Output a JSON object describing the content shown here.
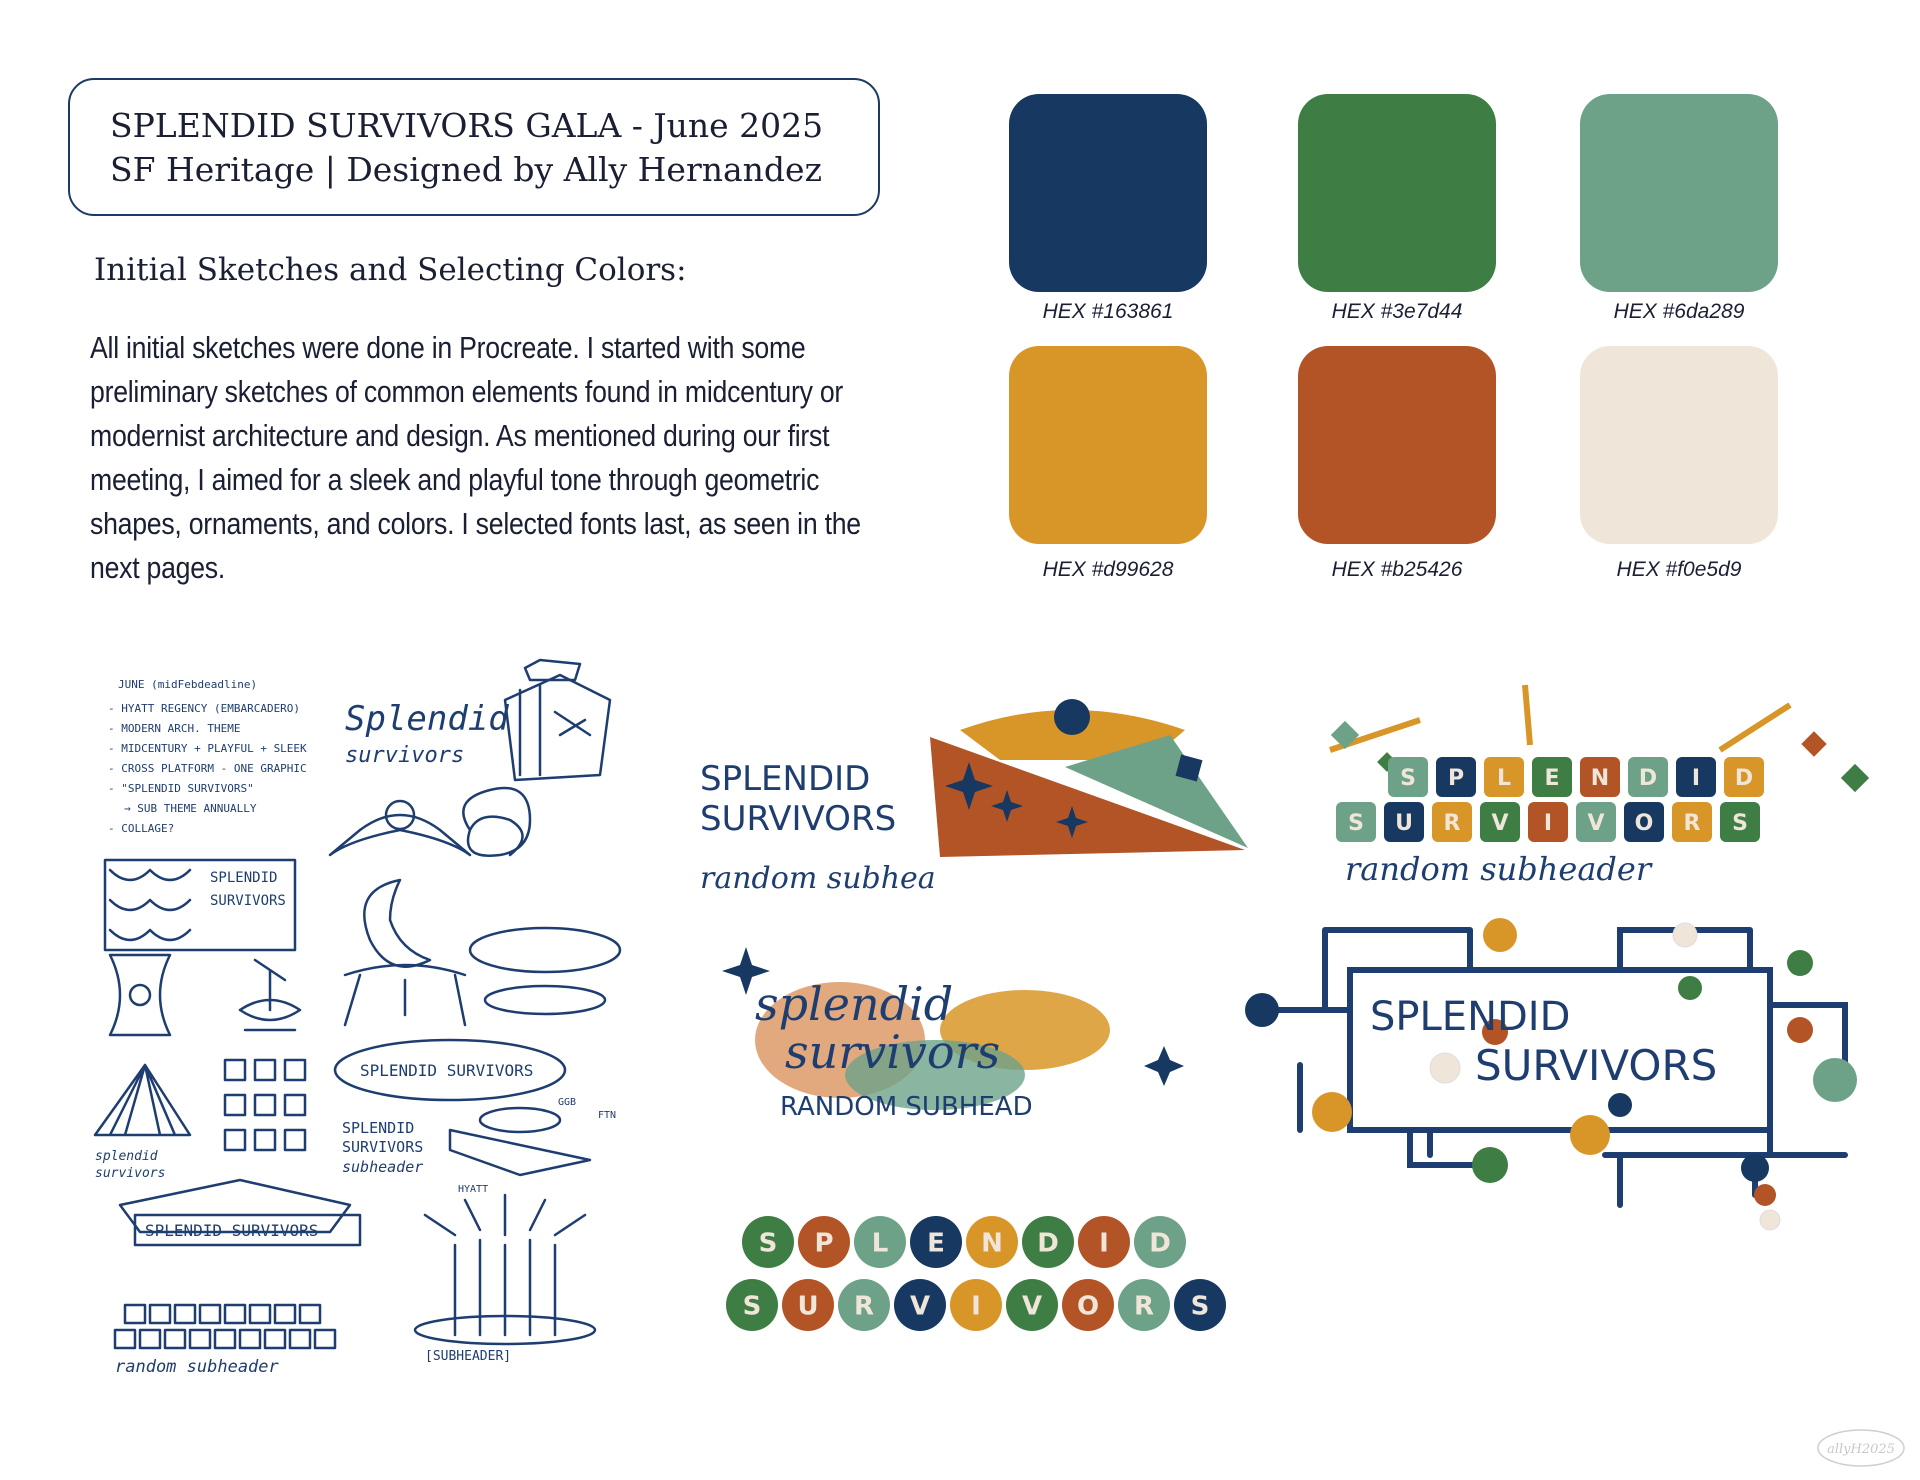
{
  "header": {
    "title_line1": "SPLENDID SURVIVORS GALA - June 2025",
    "title_line2": "SF Heritage | Designed by Ally Hernandez"
  },
  "section_heading": "Initial Sketches and Selecting Colors:",
  "body_text": "All initial sketches were done in Procreate. I started with some preliminary sketches of common elements found in midcentury or modernist architecture and design. As mentioned during our first meeting, I aimed for a sleek and playful tone through geometric shapes, ornaments, and colors. I selected fonts last, as seen in the next pages.",
  "palette": [
    {
      "label": "HEX #163861",
      "color": "#163861"
    },
    {
      "label": "HEX #3e7d44",
      "color": "#3e7d44"
    },
    {
      "label": "HEX #6da289",
      "color": "#6da289"
    },
    {
      "label": "HEX #d99628",
      "color": "#d99628"
    },
    {
      "label": "HEX #b25426",
      "color": "#b25426"
    },
    {
      "label": "HEX #f0e5d9",
      "color": "#f0e5d9"
    }
  ],
  "sketch_notes": {
    "line1": "JUNE (midFebdeadline)",
    "line2": "- HYATT REGENCY (EMBARCADERO)",
    "line3": "- MODERN ARCH. THEME",
    "line4": "- MIDCENTURY + PLAYFUL + SLEEK",
    "line5": "- CROSS PLATFORM - ONE GRAPHIC",
    "line6": "- \"SPLENDID SURVIVORS\"",
    "line7": "→ SUB THEME ANNUALLY",
    "line8": "- COLLAGE?"
  },
  "sketch_labels": {
    "splendid": "Splendid",
    "survivors_script": "survivors",
    "box_logo_line1": "SPLENDID",
    "box_logo_line2": "SURVIVORS",
    "oval_logo": "SPLENDID SURVIVORS",
    "stack_line1": "SPLENDID",
    "stack_line2": "SURVIVORS",
    "stack_line3": "subheader",
    "pyramid_caption_1": "splendid",
    "pyramid_caption_2": "survivors",
    "sign_logo": "SPLENDID SURVIVORS",
    "row_logo_line3": "random subheader",
    "tall_subheader": "[SUBHEADER]",
    "note_ggb": "GGB",
    "note_ftn": "FTN",
    "note_hyatt": "HYATT"
  },
  "concepts": {
    "c1_line1": "SPLENDID",
    "c1_line2": "SURVIVORS",
    "c1_sub": "random subhea",
    "c2_sub": "random subheader",
    "c3_line1": "splendid",
    "c3_line2": "survivors",
    "c3_sub": "RANDOM SUBHEAD",
    "c4_line1": "SPLENDID",
    "c4_line2": "SURVIVORS"
  },
  "bubble_rows": {
    "row1": [
      "S",
      "P",
      "L",
      "E",
      "N",
      "D",
      "I",
      "D"
    ],
    "row2": [
      "S",
      "U",
      "R",
      "V",
      "I",
      "V",
      "O",
      "R",
      "S"
    ]
  },
  "signature": "allyH2025"
}
